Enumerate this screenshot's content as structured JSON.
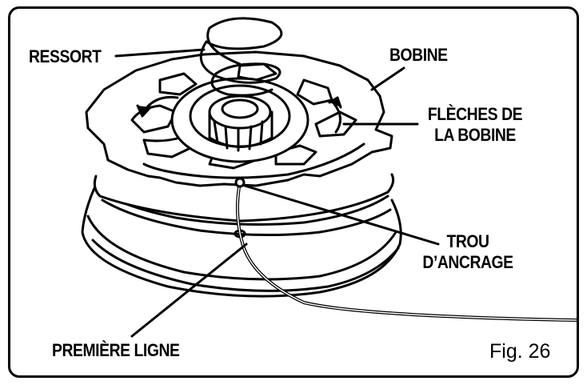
{
  "labels": {
    "spring": "RESSORT",
    "spool": "BOBINE",
    "spool_arrows_line1": "FLÈCHES DE",
    "spool_arrows_line2": "LA BOBINE",
    "anchor_hole_line1": "TROU",
    "anchor_hole_line2": "D’ANCRAGE",
    "first_line": "PREMIÈRE LIGNE"
  },
  "figure_number": "Fig. 26",
  "colors": {
    "ink": "#000000",
    "paper": "#ffffff"
  }
}
